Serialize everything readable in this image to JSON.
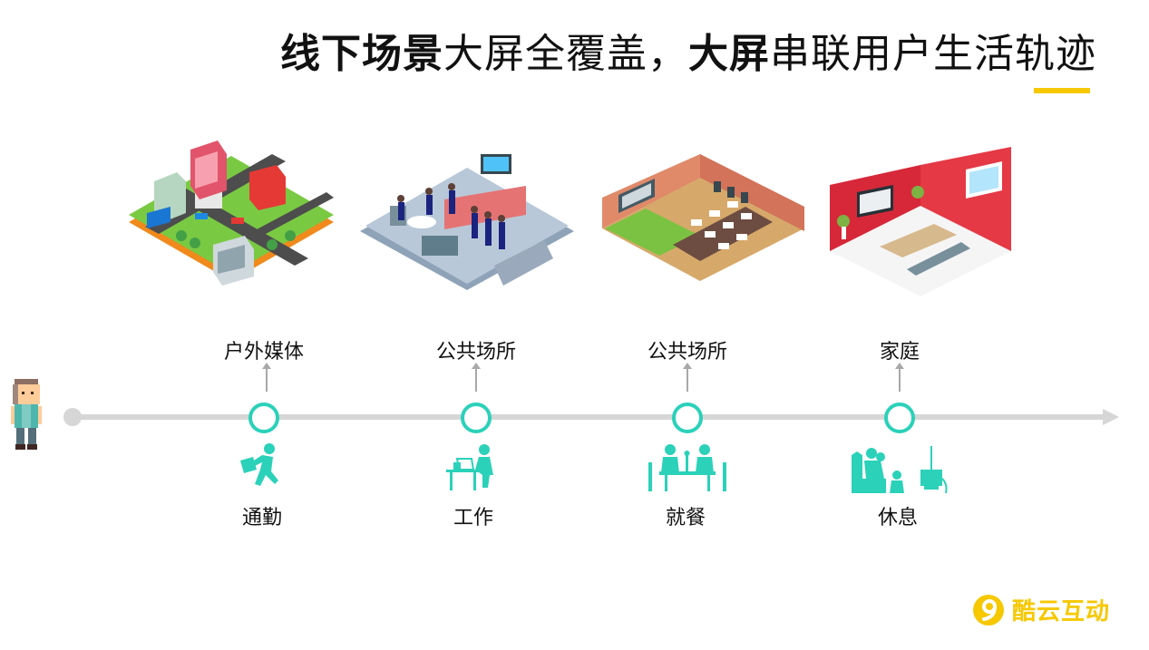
{
  "title": {
    "part1_bold": "线下场景",
    "part2": "大屏全覆盖，",
    "part3_bold": "大屏",
    "part4": "串联用户生活轨迹"
  },
  "colors": {
    "accent_yellow": "#f6c800",
    "teal": "#2bd1b9",
    "timeline_gray": "#d6d6d6",
    "arrow_gray": "#a8a8a8"
  },
  "stops": [
    {
      "venue": "户外媒体",
      "activity": "通勤",
      "scene_icon": "city-street-icon",
      "activity_icon": "running-commuter-icon"
    },
    {
      "venue": "公共场所",
      "activity": "工作",
      "scene_icon": "office-lobby-icon",
      "activity_icon": "person-at-laptop-icon"
    },
    {
      "venue": "公共场所",
      "activity": "就餐",
      "scene_icon": "restaurant-icon",
      "activity_icon": "dining-table-icon"
    },
    {
      "venue": "家庭",
      "activity": "休息",
      "scene_icon": "living-room-icon",
      "activity_icon": "family-tv-icon"
    }
  ],
  "logo": {
    "text": "酷云互动",
    "icon": "kuyun-logo-icon"
  }
}
